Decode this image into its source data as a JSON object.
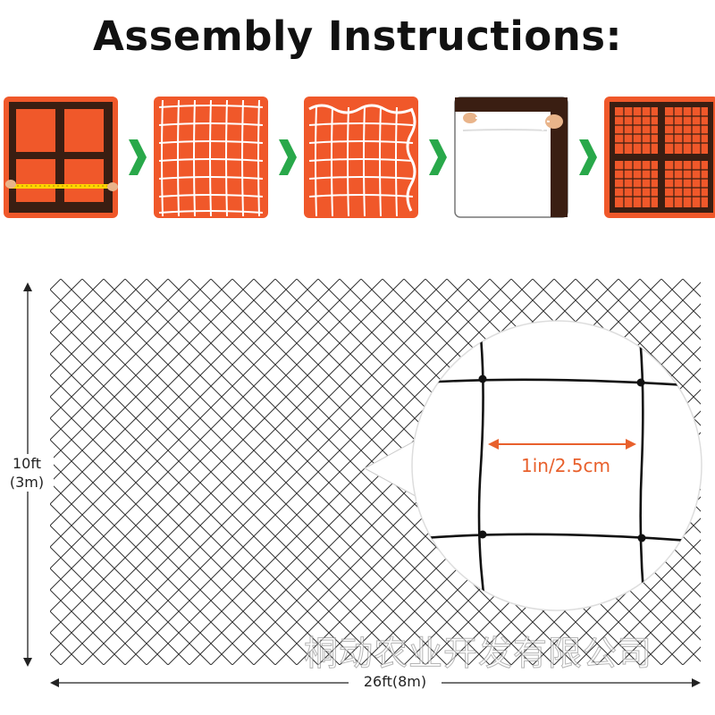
{
  "title": "Assembly Instructions:",
  "steps": [
    {
      "icon": "frame-measure-icon"
    },
    {
      "icon": "orange-net-icon"
    },
    {
      "icon": "net-edge-rope-icon"
    },
    {
      "icon": "net-attach-frame-icon"
    },
    {
      "icon": "finished-net-frame-icon"
    }
  ],
  "arrow_icon": "chevron-right-icon",
  "colors": {
    "accent_orange": "#f0582a",
    "frame_dark": "#3a1e12",
    "arrow_green": "#29a84a",
    "measure_orange": "#e8602c",
    "net_line": "#333333"
  },
  "dimensions": {
    "height_ft": "10ft",
    "height_m": "(3m)",
    "width": "26ft(8m)"
  },
  "mesh_size": "1in/2.5cm",
  "watermark": "桐动农业开发有限公司"
}
